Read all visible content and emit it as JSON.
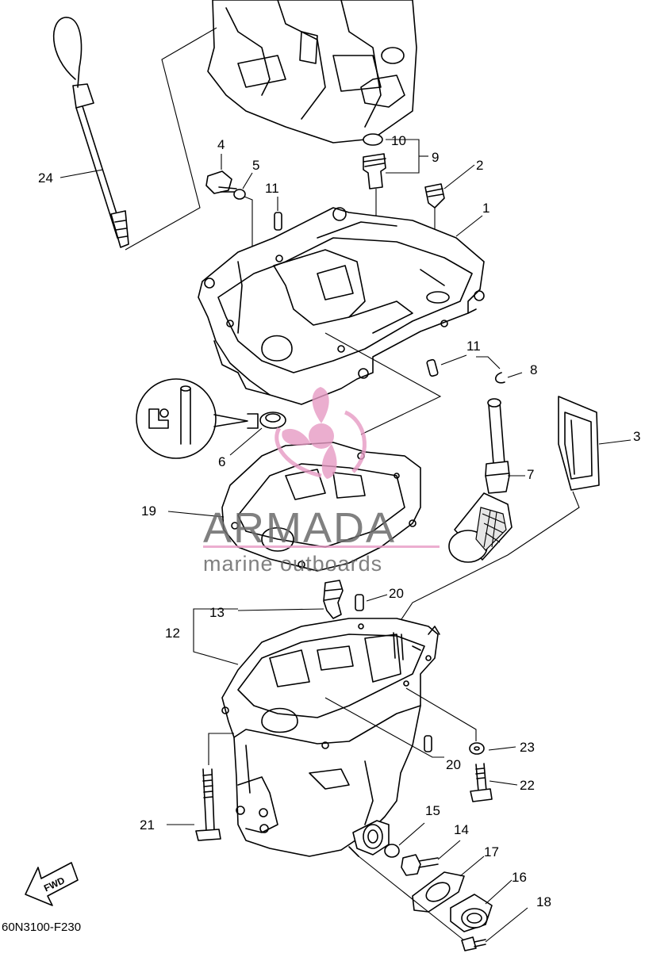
{
  "diagram": {
    "code": "60N3100-F230",
    "fwd_label": "FWD",
    "callouts": [
      "1",
      "2",
      "3",
      "4",
      "5",
      "6",
      "7",
      "8",
      "9",
      "10",
      "11",
      "11",
      "12",
      "13",
      "14",
      "15",
      "16",
      "17",
      "18",
      "19",
      "20",
      "20",
      "21",
      "22",
      "23",
      "24"
    ]
  },
  "watermark": {
    "title": "ARMADA",
    "subtitle": "marine outboards",
    "accent_color": "#e79ac4",
    "text_color": "#6a6a6a"
  }
}
